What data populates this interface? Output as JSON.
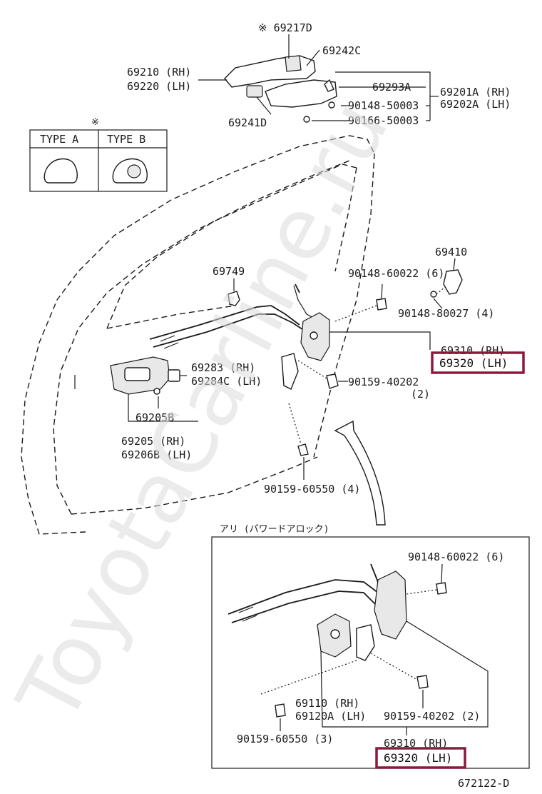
{
  "watermark": "ToyotaCarline.ru",
  "diagram_code": "672122-D",
  "type_table": {
    "mark": "※",
    "type_a": "TYPE A",
    "type_b": "TYPE B"
  },
  "labels": {
    "p69217d": "※ 69217D",
    "p69242c": "69242C",
    "p69210": "69210 (RH)",
    "p69220": "69220 (LH)",
    "p69293a": "69293A",
    "p69201a": "69201A (RH)",
    "p69202a": "69202A (LH)",
    "p90148_50003": "90148-50003",
    "p90166_50003": "90166-50003",
    "p69241d": "69241D",
    "p69410": "69410",
    "p69749": "69749",
    "p90148_60022": "90148-60022 (6)",
    "p90148_80027": "90148-80027 (4)",
    "p69310_main": "69310 (RH)",
    "p69320_main": "69320 (LH)",
    "p69283": "69283  (RH)",
    "p69284c": "69284C (LH)",
    "p90159_40202": "90159-40202",
    "p90159_40202_qty": "(2)",
    "p69205b": "69205B",
    "p69205": "69205  (RH)",
    "p69206b": "69206B (LH)",
    "p90159_60550": "90159-60550 (4)"
  },
  "inset": {
    "title": "アリ (パワードアロック)",
    "p90148_60022": "90148-60022 (6)",
    "p69110": "69110  (RH)",
    "p69120a": "69120A (LH)",
    "p90159_60550": "90159-60550 (3)",
    "p90159_40202": "90159-40202 (2)",
    "p69310": "69310 (RH)",
    "p69320": "69320 (LH)"
  },
  "highlight_color": "#8b1a3a"
}
